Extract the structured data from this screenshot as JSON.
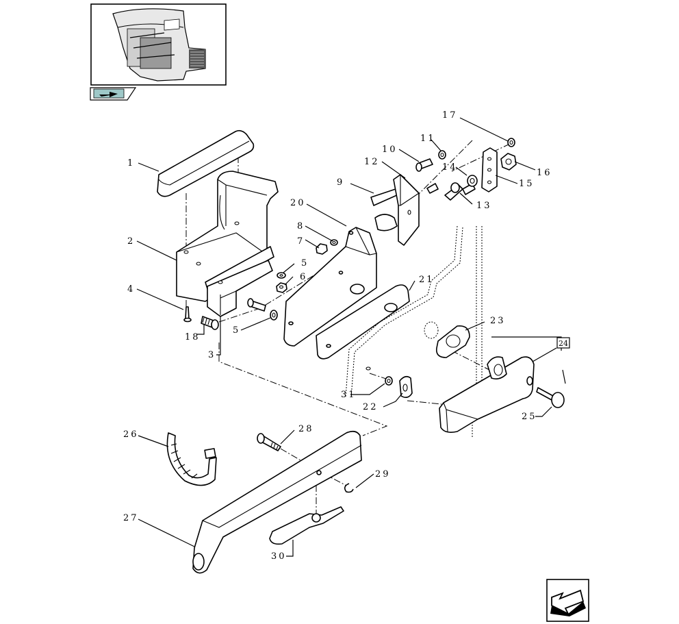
{
  "figure": {
    "thumbnail_icon": "tractor-cab-interior-icon",
    "nav_forward_icon": "arrow-right-icon",
    "nav_back_icon": "arrow-left-icon",
    "reference_box": "24"
  },
  "callouts": {
    "c1": "1",
    "c2": "2",
    "c3": "3",
    "c4": "4",
    "c5a": "5",
    "c5b": "5",
    "c6": "6",
    "c7": "7",
    "c8": "8",
    "c9": "9",
    "c10": "10",
    "c11": "11",
    "c12": "12",
    "c13": "13",
    "c14": "14",
    "c15": "15",
    "c16": "16",
    "c17": "17",
    "c18": "18",
    "c20": "20",
    "c21": "21",
    "c22": "22",
    "c23": "23",
    "c25": "25",
    "c26": "26",
    "c27": "27",
    "c28": "28",
    "c29": "29",
    "c30": "30",
    "c31": "31"
  }
}
